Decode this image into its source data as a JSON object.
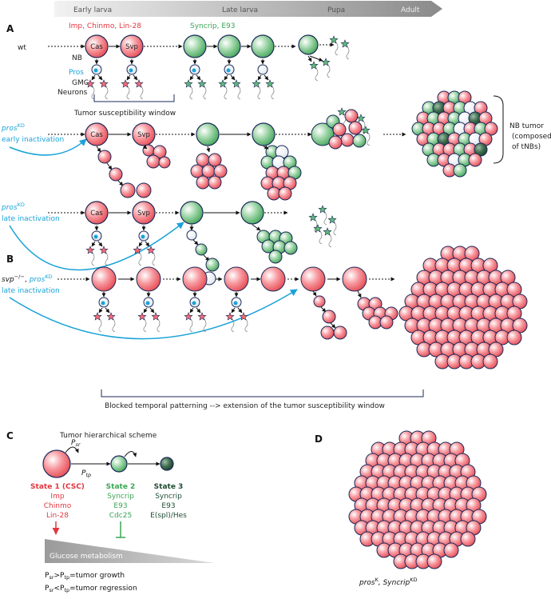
{
  "timeline": {
    "labels": [
      "Early larva",
      "Late larva",
      "Pupa",
      "Adult"
    ]
  },
  "panels": {
    "a": "A",
    "b": "B",
    "c": "C",
    "d": "D"
  },
  "row_wt": {
    "label": "wt",
    "early_factors": "Imp, Chinmo, Lin-28",
    "late_factors": "Syncrip, E93",
    "cas": "Cas",
    "svp": "Svp",
    "nb": "NB",
    "pros": "Pros",
    "gmc": "GMC",
    "neurons": "Neurons",
    "window": "Tumor susceptibility window"
  },
  "row_early": {
    "label1": "pros",
    "sup": "KD",
    "label2": "early inactivation",
    "cas": "Cas",
    "svp": "Svp"
  },
  "tumor_bracket": {
    "line1": "NB tumor",
    "line2": "(composed",
    "line3": "of tNBs)"
  },
  "row_late": {
    "label1": "pros",
    "sup": "KD",
    "label2": "late inactivation",
    "cas": "Cas",
    "svp": "Svp"
  },
  "row_b": {
    "label_svp": "svp",
    "svp_sup": "−/−",
    "label_sep": ",",
    "label_pros": "pros",
    "pros_sup": "KD",
    "label2": "late inactivation",
    "bracket": "Blocked temporal patterning --> extension of the tumor susceptibility window"
  },
  "panel_c": {
    "title": "Tumor hierarchical scheme",
    "psr": "P",
    "psr_sub": "sr",
    "ptp": "P",
    "ptp_sub": "tp",
    "state1": {
      "title": "State 1 (CSC)",
      "items": [
        "Imp",
        "Chinmo",
        "Lin-28"
      ]
    },
    "state2": {
      "title": "State 2",
      "items": [
        "Syncrip",
        "E93",
        "Cdc25"
      ]
    },
    "state3": {
      "title": "State 3",
      "items": [
        "Syncrip",
        "E93",
        "E(spl)/Hes"
      ]
    },
    "glucose": "Glucose metabolism",
    "eq1_a": "P",
    "eq1_b": "sr",
    "eq1_c": ">P",
    "eq1_d": "tp",
    "eq1_e": "=tumor growth",
    "eq2_a": "P",
    "eq2_b": "sr",
    "eq2_c": "<P",
    "eq2_d": "tp",
    "eq2_e": "=tumor regression"
  },
  "panel_d": {
    "label1": "pros",
    "sup1": "K",
    "label2": ", Syncrip",
    "sup2": "KD"
  },
  "colors": {
    "red": "#e3363f",
    "green": "#3aa655",
    "dark_green": "#1f4d33",
    "blue": "#1aa3d9",
    "outline": "#1c2a5a"
  }
}
